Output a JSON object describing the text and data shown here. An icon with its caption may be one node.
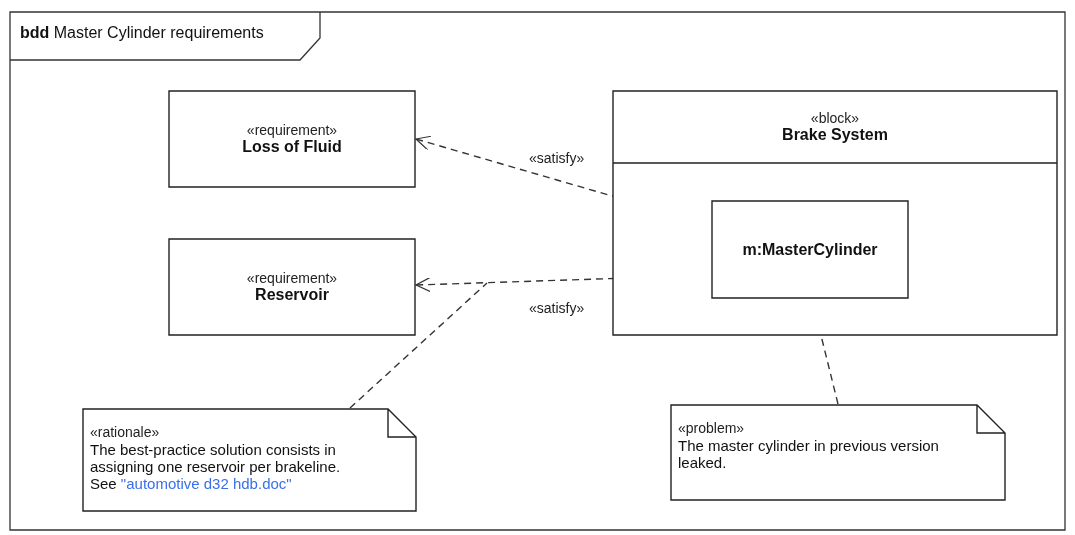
{
  "diagram": {
    "title": "**bdd** Master Cylinder requirements",
    "nodes": [
      {
        "text": [
          "«requirement»",
          "Loss of Fluid"
        ]
      },
      {
        "text": [
          "«requirement»",
          "Reservoir"
        ]
      },
      {
        "text": [
          "«block»",
          "Brake System"
        ]
      },
      {
        "text": [
          "m:MasterCylinder"
        ],
        "in": 2
      },
      {
        "text": [
          "«rationale»",
          "The best-practice solution consists in assigning one reservoir per brakeline.",
          "See",
          "\"automotive d32 hdb.doc\""
        ]
      },
      {
        "text": [
          "«problem»",
          "The master cylinder in previous version leaked."
        ]
      }
    ],
    "edges": [
      {
        "from": 3,
        "to": 0,
        "arrow": "to",
        "label": "«satisfy»",
        "style": "dashed"
      },
      {
        "from": 3,
        "to": 1,
        "arrow": "to",
        "label": "«satisfy»",
        "style": "dashed"
      },
      {
        "from": 4,
        "to": null,
        "arrow": "none",
        "style": "dashed"
      },
      {
        "from": 5,
        "to": 3,
        "arrow": "none",
        "style": "dashed"
      }
    ]
  }
}
